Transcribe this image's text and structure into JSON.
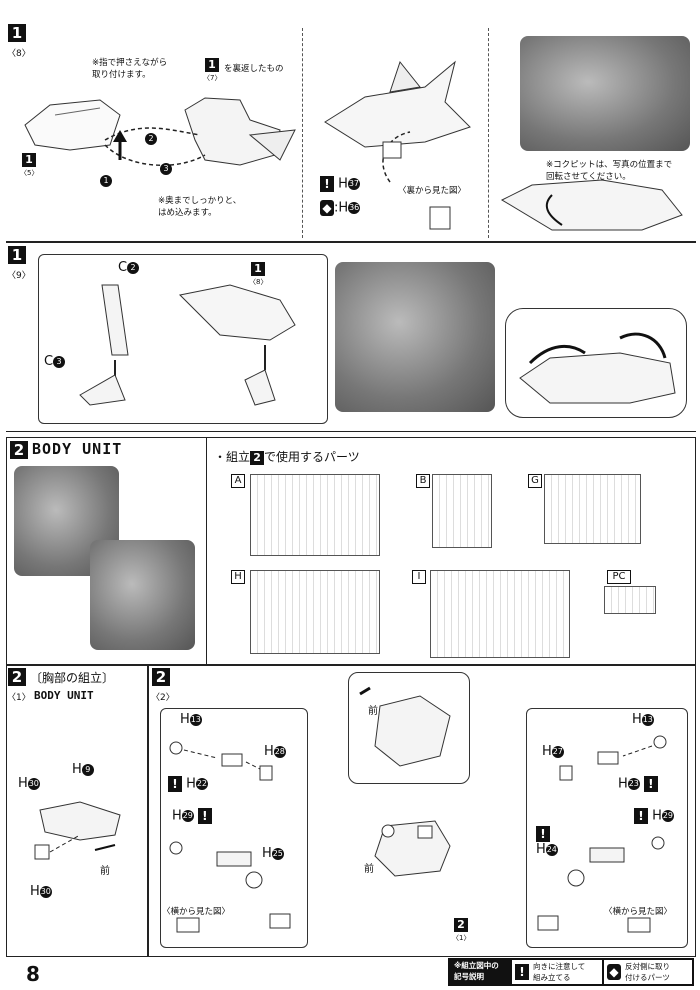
{
  "page_number": "8",
  "step1a": {
    "step": "1",
    "sub": "〈8〉",
    "note_top": "※指で押さえながら\n取り付けます。",
    "ref_box": "1",
    "ref_sub": "〈7〉",
    "ref_text": "を裏返したもの",
    "ref_left": "1",
    "ref_left_sub": "〈5〉",
    "note_bottom": "※奥までしっかりと、\nはめ込みます。",
    "seq": [
      "1",
      "2",
      "3"
    ],
    "part_a": "H",
    "part_a_num": "37",
    "part_b": ":H",
    "part_b_num": "36",
    "view_back": "〈裏から見た図〉",
    "cockpit_note": "※コクピットは、写真の位置まで\n回転させてください。"
  },
  "step1b": {
    "step": "1",
    "sub": "〈9〉",
    "c2": "C",
    "c2_num": "2",
    "c3": "C",
    "c3_num": "3",
    "ref": "1",
    "ref_sub": "〈8〉"
  },
  "step2": {
    "step": "2",
    "title": "BODY UNIT",
    "parts_heading_pre": "・組立",
    "parts_heading_num": "2",
    "parts_heading_post": "で使用するパーツ",
    "runners": [
      "A",
      "B",
      "G",
      "H",
      "I",
      "PC"
    ]
  },
  "step2_1": {
    "step": "2",
    "title_jp": "〔胸部の組立〕",
    "sub": "〈1〉",
    "title": "BODY UNIT",
    "parts": [
      "H",
      "H",
      "H"
    ],
    "part_nums": [
      "30",
      "9",
      "30"
    ],
    "front": "前"
  },
  "step2_2": {
    "step": "2",
    "sub": "〈2〉",
    "left_parts": [
      "H",
      "H",
      "H",
      "H",
      "H"
    ],
    "left_nums": [
      "13",
      "28",
      "22",
      "29",
      "25"
    ],
    "right_parts": [
      "H",
      "H",
      "H",
      "H",
      "H"
    ],
    "right_nums": [
      "13",
      "27",
      "23",
      "29",
      "24"
    ],
    "side_view": "〈横から見た図〉",
    "front": "前",
    "ref": "2",
    "ref_sub": "〈1〉"
  },
  "legend": {
    "title": "※組立図中の\n記号説明",
    "warn_text": "向きに注意して\n組み立てる",
    "mirror_text": "反対側に取り\n付けるパーツ"
  }
}
